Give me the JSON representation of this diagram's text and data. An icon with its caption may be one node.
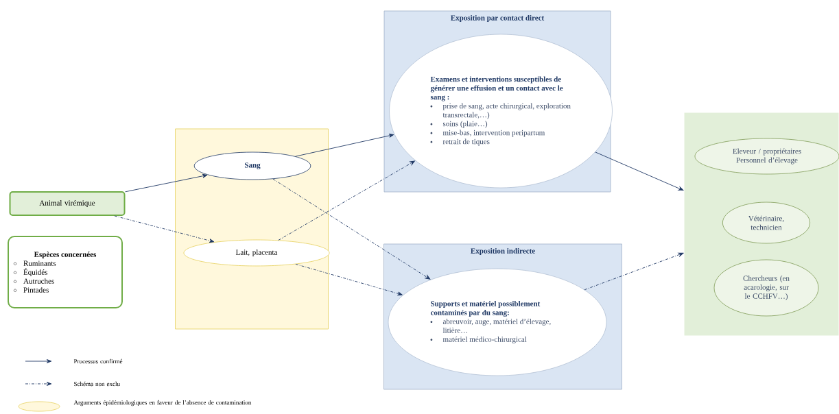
{
  "diagram": {
    "nodes": [
      {
        "text": [
          "Animal virémique"
        ]
      },
      {
        "text": [
          "Espèces concernées",
          "Ruminants",
          "Équidés",
          "Autruches",
          "Pintades"
        ]
      },
      {
        "text": [],
        "shape": "box"
      },
      {
        "text": [
          "Sang"
        ],
        "in": 2
      },
      {
        "text": [
          "Lait, placenta"
        ],
        "in": 2
      },
      {
        "text": [
          "Exposition par contact direct"
        ]
      },
      {
        "text": [
          "Examens et interventions susceptibles de générer une effusion et un contact avec le sang :",
          "prise de sang, acte chirurgical, exploration transrectale,…)",
          "soins (plaie…)",
          "mise-bas, intervention peripartum",
          "retrait de tiques"
        ],
        "in": 5
      },
      {
        "text": [
          "Exposition indirecte"
        ]
      },
      {
        "text": [
          "Supports et matériel possiblement contaminés par du sang:",
          "abreuvoir, auge, matériel d’élevage, litière…",
          "matériel médico-chirurgical"
        ],
        "in": 7
      },
      {
        "text": [],
        "shape": "box"
      },
      {
        "text": [
          "Eleveur / propriétaires Personnel d’élevage"
        ],
        "in": 9
      },
      {
        "text": [
          "Vétérinaire, technicien"
        ],
        "in": 9
      },
      {
        "text": [
          "Chercheurs (en acarologie, sur le CCHFV…)"
        ],
        "in": 9
      }
    ],
    "edges": [
      {
        "from": 0,
        "to": 3,
        "arrow": "to"
      },
      {
        "from": 0,
        "to": 4,
        "arrow": "to",
        "style": "dashed"
      },
      {
        "from": 3,
        "to": 6,
        "arrow": "to"
      },
      {
        "from": 4,
        "to": 6,
        "arrow": "to",
        "style": "dashed"
      },
      {
        "from": 3,
        "to": 8,
        "arrow": "to",
        "style": "dashed"
      },
      {
        "from": 4,
        "to": 8,
        "arrow": "to",
        "style": "dashed"
      },
      {
        "from": 6,
        "to": 9,
        "arrow": "to"
      },
      {
        "from": 8,
        "to": 9,
        "arrow": "to",
        "style": "dashed"
      }
    ],
    "legend": [
      {
        "text": "Processus confirmé"
      },
      {
        "text": "Schéma non exclu"
      },
      {
        "text": "Arguments épidémiologiques en faveur de l’absence de contamination"
      }
    ]
  }
}
